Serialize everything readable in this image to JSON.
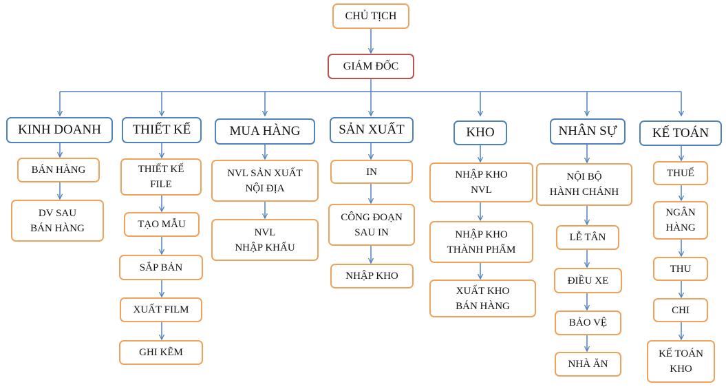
{
  "chairman": "CHỦ TỊCH",
  "director": "GIÁM ĐỐC",
  "departments": [
    {
      "label": "KINH DOANH",
      "units": [
        "BÁN HÀNG",
        "DV SAU\nBÁN HÀNG"
      ]
    },
    {
      "label": "THIẾT KẾ",
      "units": [
        "THIẾT KẾ\nFILE",
        "TẠO MẪU",
        "SẮP BẢN",
        "XUẤT FILM",
        "GHI KẼM"
      ]
    },
    {
      "label": "MUA HÀNG",
      "units": [
        "NVL SẢN XUẤT\nNỘI ĐỊA",
        "NVL\nNHẬP KHẨU"
      ]
    },
    {
      "label": "SẢN XUẤT",
      "units": [
        "IN",
        "CÔNG ĐOẠN\nSAU IN",
        "NHẬP KHO"
      ]
    },
    {
      "label": "KHO",
      "units": [
        "NHẬP KHO\nNVL",
        "NHẬP KHO\nTHÀNH PHẨM",
        "XUẤT KHO\nBÁN HÀNG"
      ]
    },
    {
      "label": "NHÂN SỰ",
      "units": [
        "NỘI BỘ\nHÀNH CHÁNH",
        "LỄ TÂN",
        "ĐIỀU XE",
        "BẢO VỆ",
        "NHÀ ĂN"
      ]
    },
    {
      "label": "KẾ TOÁN",
      "units": [
        "THUẾ",
        "NGÂN\nHÀNG",
        "THU",
        "CHI",
        "KẾ TOÁN\nKHO"
      ]
    }
  ],
  "colors": {
    "line": "#4f81bd",
    "unit_border": "#f0a15a",
    "director_border": "#c0504d",
    "department_border": "#4f81bd"
  }
}
